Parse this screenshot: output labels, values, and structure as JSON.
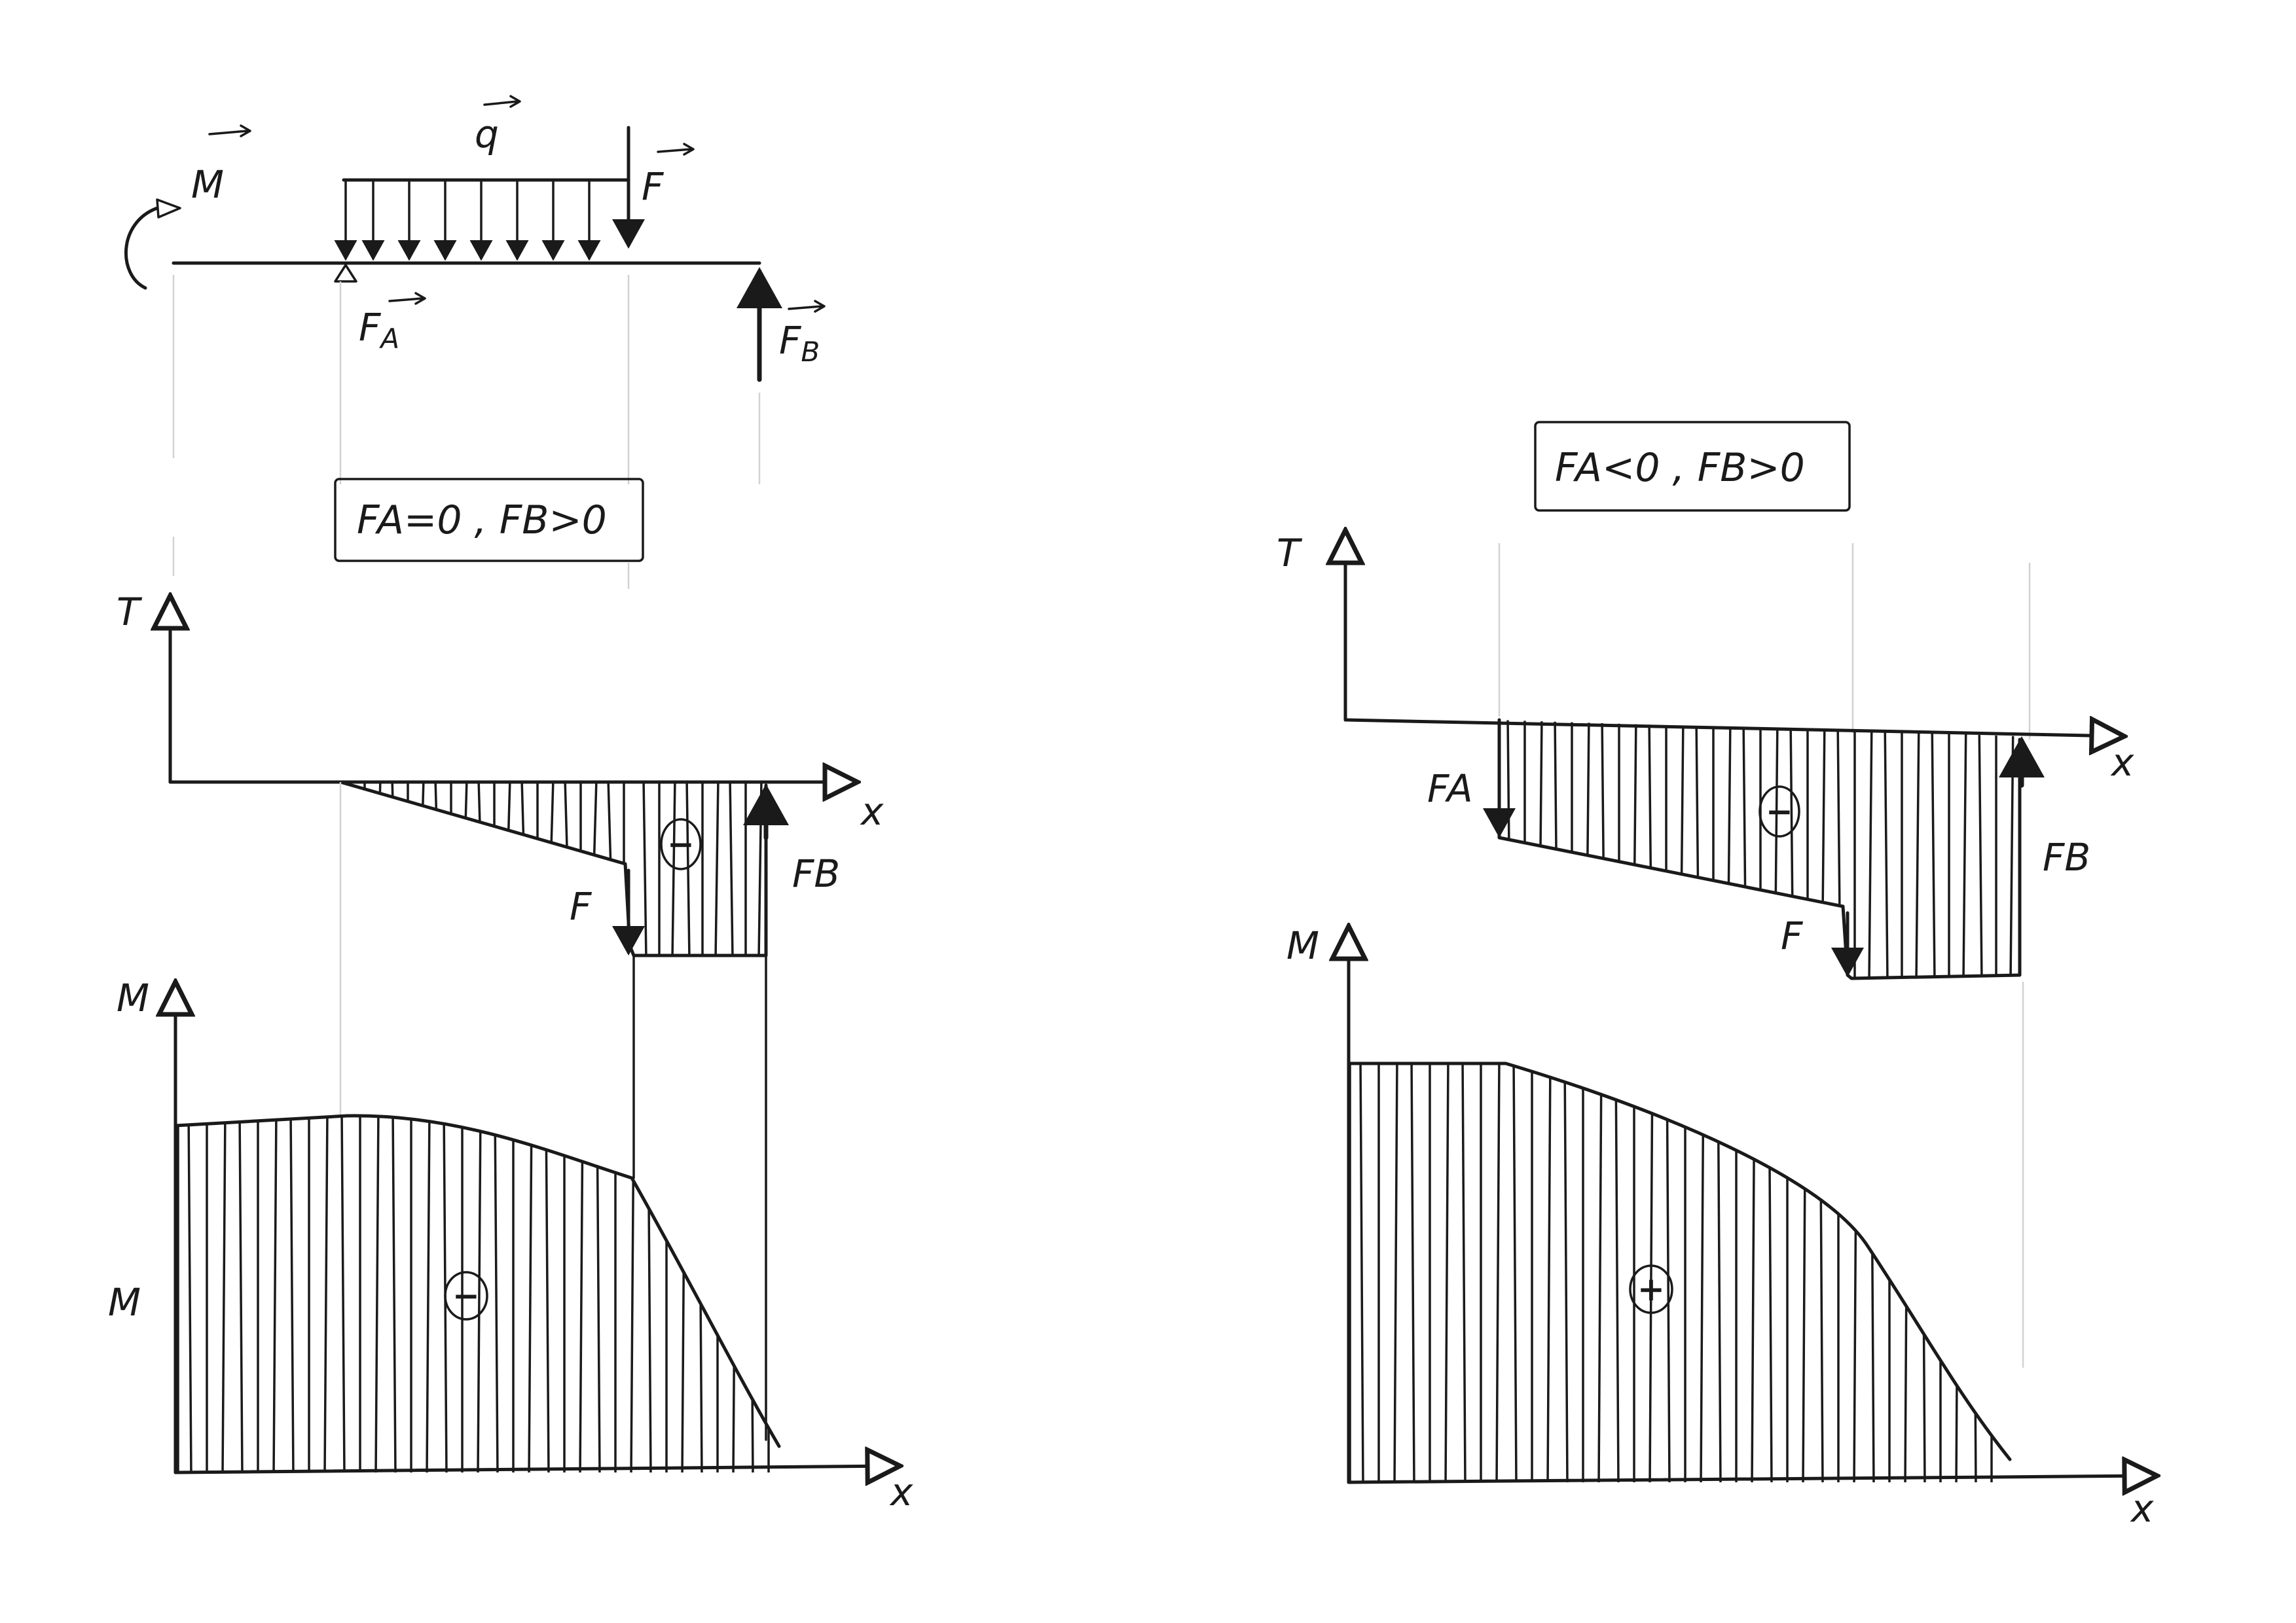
{
  "beam": {
    "moment_label": "M",
    "q_label": "q",
    "force_label": "F",
    "support_a_label": "F",
    "support_a_sub": "A",
    "support_b_label": "F",
    "support_b_sub": "B"
  },
  "case_left": {
    "condition": "FA=0 , FB>0",
    "shear": {
      "axis_y": "T",
      "axis_x": "x",
      "sign": "−",
      "label_f": "F",
      "label_fb": "FB"
    },
    "moment": {
      "axis_y": "M",
      "axis_x": "x",
      "side_label": "M",
      "sign": "−"
    }
  },
  "case_right": {
    "condition": "FA<0 , FB>0",
    "shear": {
      "axis_y": "T",
      "axis_x": "x",
      "sign": "−",
      "label_fa": "FA",
      "label_f": "F",
      "label_fb": "FB"
    },
    "moment": {
      "axis_y": "M",
      "axis_x": "x",
      "sign": "+"
    }
  },
  "colors": {
    "ink": "#1a1a1a",
    "guide": "#d2d2d2",
    "paper": "#ffffff"
  }
}
